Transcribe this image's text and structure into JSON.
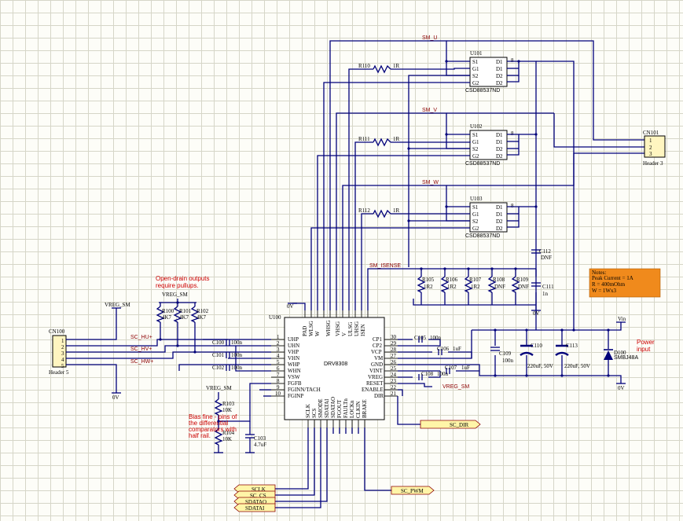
{
  "mosfets": [
    {
      "ref": "U101",
      "part": "CSD88537ND",
      "pins_left": [
        "S1",
        "G1",
        "S2",
        "G2"
      ],
      "pins_right": [
        "D1",
        "D1",
        "D2",
        "D2"
      ],
      "pin_num": "8"
    },
    {
      "ref": "U102",
      "part": "CSD88537ND",
      "pins_left": [
        "S1",
        "G1",
        "S2",
        "G2"
      ],
      "pins_right": [
        "D1",
        "D1",
        "D2",
        "D2"
      ],
      "pin_num": "8"
    },
    {
      "ref": "U103",
      "part": "CSD88537ND",
      "pins_left": [
        "S1",
        "G1",
        "S2",
        "G2"
      ],
      "pins_right": [
        "D1",
        "D1",
        "D2",
        "D2"
      ],
      "pin_num": "8"
    }
  ],
  "gate_resistors": [
    {
      "ref": "R110",
      "value": "1R"
    },
    {
      "ref": "R111",
      "value": "1R"
    },
    {
      "ref": "R112",
      "value": "1R"
    }
  ],
  "nets": {
    "sm_u": "SM_U",
    "sm_v": "SM_V",
    "sm_w": "SM_W",
    "isense": "SM_ISENSE",
    "vreg_sm": "VREG_SM",
    "gnd": "0V",
    "vin": "Vin",
    "hu": "SC_HU+",
    "hv": "SC_HV+",
    "hw": "SC_HW+"
  },
  "cn101": {
    "ref": "CN101",
    "name": "Header 3",
    "pins": [
      "1",
      "2",
      "3"
    ]
  },
  "cn100": {
    "ref": "CN100",
    "name": "Header 5",
    "pins": [
      "1",
      "2",
      "3",
      "4",
      "5"
    ]
  },
  "sense": [
    {
      "ref": "R105",
      "value": "1R2"
    },
    {
      "ref": "R106",
      "value": "1R2"
    },
    {
      "ref": "R107",
      "value": "1R2"
    },
    {
      "ref": "R108",
      "value": "DNF"
    },
    {
      "ref": "R109",
      "value": "DNF"
    }
  ],
  "c111": {
    "ref": "C111",
    "value": "1n"
  },
  "c112": {
    "ref": "C112",
    "value": "DNF"
  },
  "note": {
    "title": "Notes:",
    "l1": "Peak Current = 1A",
    "l2": "R = 400mOhm",
    "l3": "W = 1Wx3"
  },
  "pullups": [
    {
      "ref": "R100",
      "value": "4K7"
    },
    {
      "ref": "R101",
      "value": "4K7"
    },
    {
      "ref": "R102",
      "value": "4K7"
    }
  ],
  "opendrain_note": [
    "Open-drain outputs",
    "require pullups."
  ],
  "bias_note": [
    "Bias fine - pins of",
    "the differential",
    "comparators with",
    "half rail."
  ],
  "u100": {
    "ref": "U100",
    "name": "DRV8308",
    "top_pins": [
      "PAD",
      "WLSG",
      "W",
      "WHSG",
      "VHSG",
      "V",
      "ULSG",
      "UHSG",
      "ISEN"
    ],
    "left_pins": [
      {
        "n": "1",
        "name": "UHP"
      },
      {
        "n": "2",
        "name": "UHN"
      },
      {
        "n": "3",
        "name": "VHP"
      },
      {
        "n": "4",
        "name": "VHN"
      },
      {
        "n": "5",
        "name": "WHP"
      },
      {
        "n": "6",
        "name": "WHN"
      },
      {
        "n": "7",
        "name": "VSW"
      },
      {
        "n": "8",
        "name": "FGFB"
      },
      {
        "n": "9",
        "name": "FGINN/TACH"
      },
      {
        "n": "10",
        "name": "FGINP"
      }
    ],
    "right_pins": [
      {
        "n": "30",
        "name": "CP1"
      },
      {
        "n": "29",
        "name": "CP2"
      },
      {
        "n": "28",
        "name": "VCP"
      },
      {
        "n": "27",
        "name": "VM"
      },
      {
        "n": "26",
        "name": "GND"
      },
      {
        "n": "25",
        "name": "VINT"
      },
      {
        "n": "24",
        "name": "VREG"
      },
      {
        "n": "23",
        "name": "RESET"
      },
      {
        "n": "22",
        "name": "ENABLE"
      },
      {
        "n": "21",
        "name": "DIR"
      }
    ],
    "bottom_pins": [
      "SCLK",
      "SCS",
      "SMODE",
      "SDATAI",
      "SDATAO",
      "FGOUT",
      "FAULTn",
      "LOCKn",
      "CLKIN",
      "BRAKE"
    ]
  },
  "caps_in": [
    {
      "ref": "C100",
      "value": "100n"
    },
    {
      "ref": "C101",
      "value": "100n"
    },
    {
      "ref": "C102",
      "value": "100n"
    }
  ],
  "caps_right": [
    {
      "ref": "C105",
      "value": "100n"
    },
    {
      "ref": "C106",
      "value": "1uF"
    },
    {
      "ref": "C107",
      "value": "1uF"
    },
    {
      "ref": "C108",
      "value": "100n"
    }
  ],
  "bulk": [
    {
      "ref": "C109",
      "value": "100n"
    },
    {
      "ref": "C110",
      "value": "220uF, 50V"
    },
    {
      "ref": "C113",
      "value": "220uF, 50V"
    }
  ],
  "diode": {
    "ref": "D100",
    "part": "SMBJ48A"
  },
  "power_note": [
    "Power",
    "input"
  ],
  "bias_parts": [
    {
      "ref": "R103",
      "value": "10K"
    },
    {
      "ref": "R104",
      "value": "10K"
    },
    {
      "ref": "C103",
      "value": "4.7uF"
    }
  ],
  "ports": [
    "SC_DIR",
    "SC_PWM",
    "SCLK",
    "SC_CS",
    "SDATAO",
    "SDATAI"
  ]
}
